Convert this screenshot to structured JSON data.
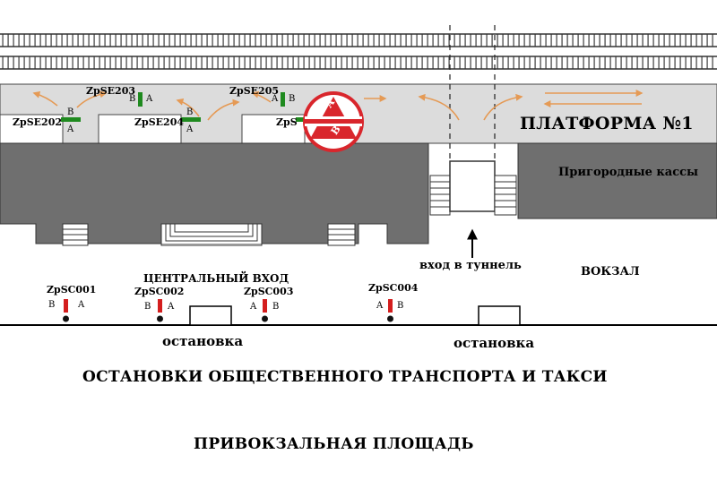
{
  "platform": {
    "title": "ПЛАТФОРМА №1"
  },
  "station": {
    "suburban_tickets": "Пригородные кассы",
    "building": "ВОКЗАЛ"
  },
  "tunnel": {
    "entrance": "вход в туннель"
  },
  "entrance": {
    "central": "ЦЕНТРАЛЬНЫЙ ВХОД"
  },
  "stops": {
    "stop_1": "остановка",
    "stop_2": "остановка"
  },
  "transport": {
    "title": "ОСТАНОВКИ ОБЩЕСТВЕННОГО ТРАНСПОРТА И ТАКСИ"
  },
  "square": {
    "title": "ПРИВОКЗАЛЬНАЯ ПЛОЩАДЬ"
  },
  "platform_gates": {
    "se202": {
      "code": "ZpSE202",
      "a": "A",
      "b": "B"
    },
    "se203": {
      "code": "ZpSE203",
      "a": "A",
      "b": "B"
    },
    "se204": {
      "code": "ZpSE204",
      "a": "A",
      "b": "B"
    },
    "se205": {
      "code": "ZpSE205",
      "a": "A",
      "b": "B"
    },
    "se206": {
      "code": "ZpS"
    }
  },
  "entrance_gates": {
    "sc001": {
      "code": "ZpSC001",
      "a": "A",
      "b": "B"
    },
    "sc002": {
      "code": "ZpSC002",
      "a": "A",
      "b": "B"
    },
    "sc003": {
      "code": "ZpSC003",
      "a": "A",
      "b": "B"
    },
    "sc004": {
      "code": "ZpSC004",
      "a": "A",
      "b": "B"
    }
  },
  "direction_sign": {
    "a": "A",
    "b": "B"
  },
  "colors": {
    "platform": "#dcdcdc",
    "building": "#6f6f6f",
    "tracks": "#4a4a4a",
    "arrows": "#e59a55",
    "green_gate": "#1f8a1f",
    "red_gate": "#d41e1e",
    "sign_red": "#d9262c"
  }
}
